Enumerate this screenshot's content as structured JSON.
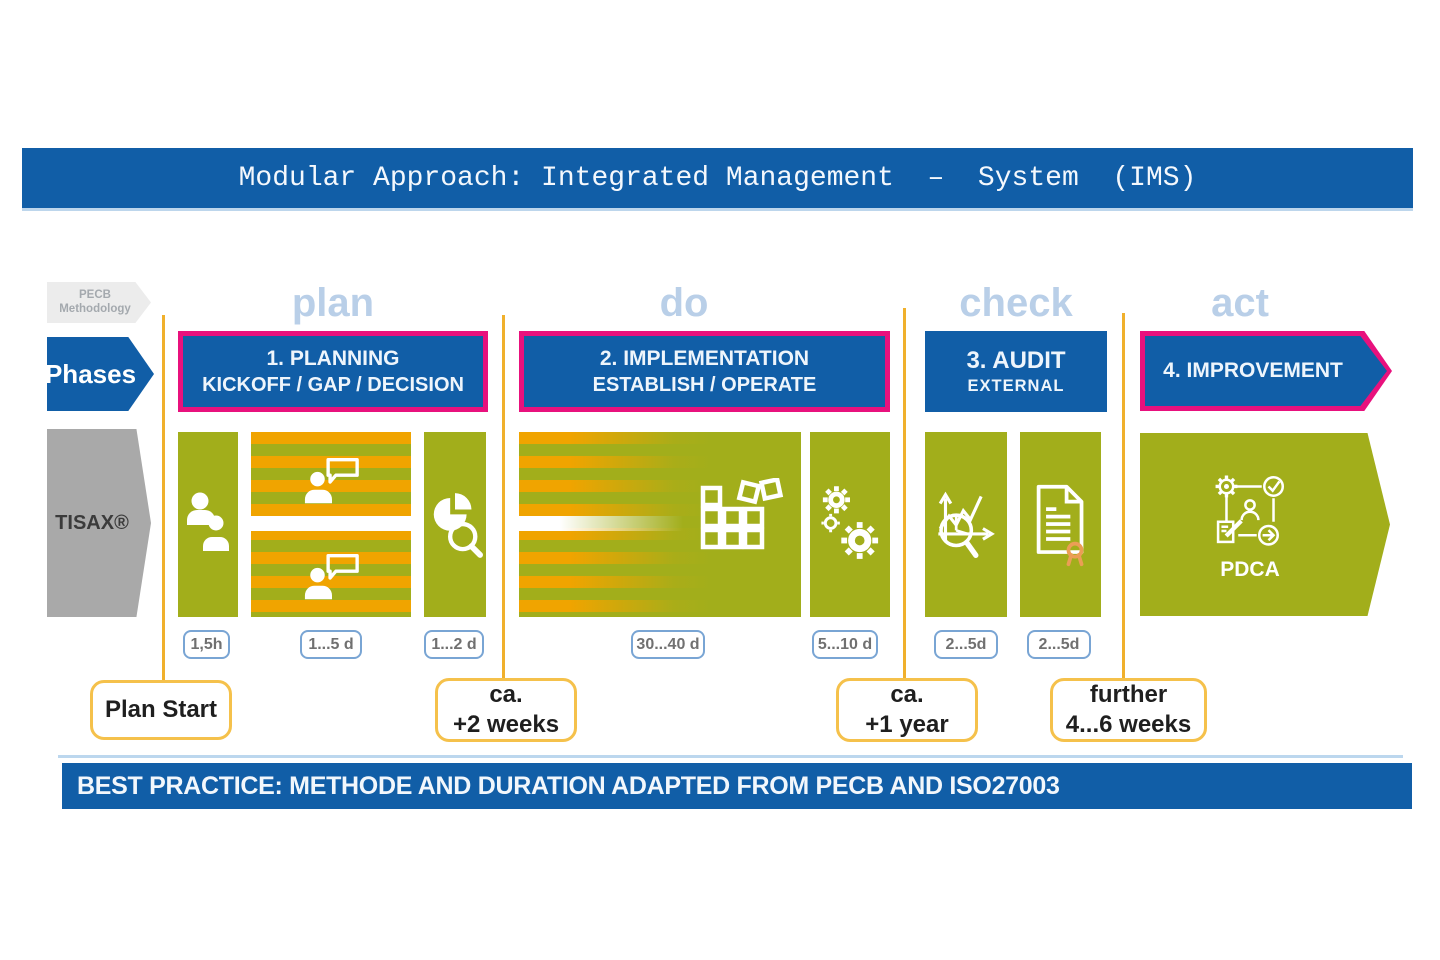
{
  "title": "Modular Approach: Integrated Management  –  System  (IMS)",
  "columns": {
    "plan": "plan",
    "do": "do",
    "check": "check",
    "act": "act"
  },
  "sidebar": {
    "methodology_line1": "PECB",
    "methodology_line2": "Methodology",
    "phases_label": "Phases",
    "tisax_label": "TISAX®"
  },
  "phases": [
    {
      "title": "1. PLANNING",
      "subtitle": "KICKOFF / GAP / DECISION"
    },
    {
      "title": "2. IMPLEMENTATION",
      "subtitle": "ESTABLISH / OPERATE"
    },
    {
      "title": "3. AUDIT",
      "subtitle": "EXTERNAL"
    },
    {
      "title": "4. IMPROVEMENT"
    }
  ],
  "durations": [
    "1,5h",
    "1...5 d",
    "1...2 d",
    "30...40 d",
    "5...10 d",
    "2...5d",
    "2...5d"
  ],
  "callouts": [
    {
      "line1": "Plan Start",
      "line2": ""
    },
    {
      "line1": "ca.",
      "line2": "+2 weeks"
    },
    {
      "line1": "ca.",
      "line2": "+1 year"
    },
    {
      "line1": "further",
      "line2": "4...6 weeks"
    }
  ],
  "act_label": "PDCA",
  "bottom_banner": "BEST PRACTICE: METHODE AND DURATION ADAPTED FROM PECB AND ISO27003",
  "icons": {
    "kickoff": "two-users-icon",
    "workshops": "user-speech-bubble-icon",
    "gap_analysis": "pie-magnifier-icon",
    "implementation": "building-blocks-icon",
    "operate": "gears-icon",
    "audit_review": "chart-magnifier-icon",
    "certificate": "document-ribbon-icon",
    "improvement": "pdca-cycle-icon"
  },
  "colors": {
    "blue": "#115ea7",
    "pink": "#e8117d",
    "green": "#a2ae1b",
    "orange": "#f0a400",
    "header_text": "#b9cfe8",
    "yellow_line": "#f0b02c",
    "callout_border": "#f5c14b",
    "chip_border": "#79a5d4",
    "gray": "#a9a9a9"
  }
}
